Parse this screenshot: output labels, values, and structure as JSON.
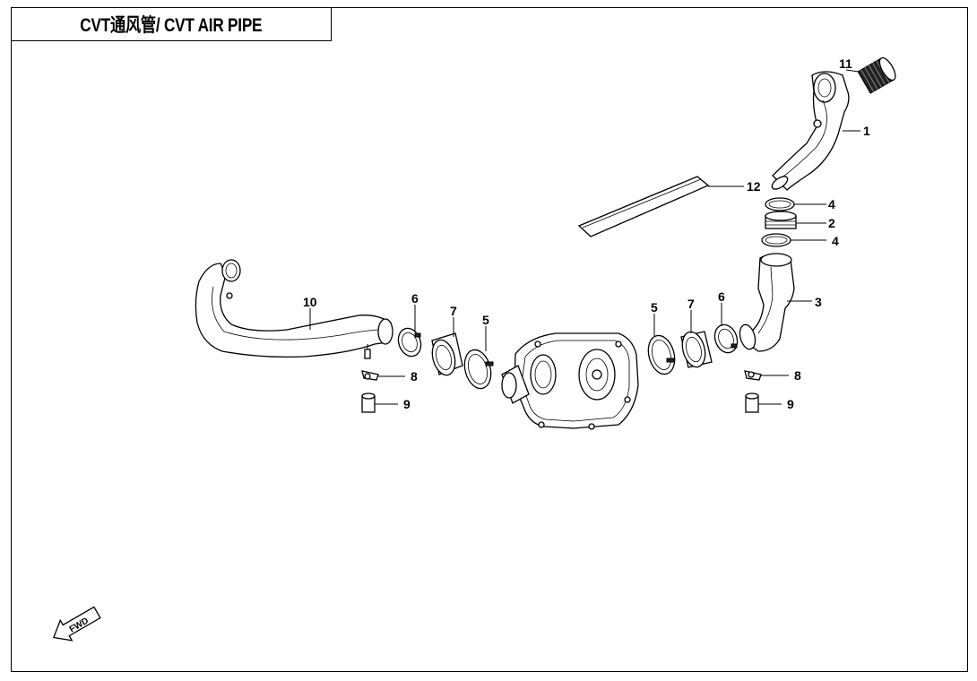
{
  "title": "CVT通风管/ CVT AIR PIPE",
  "fwd_label": "FWD",
  "callouts": {
    "c1": "1",
    "c2": "2",
    "c3": "3",
    "c4a": "4",
    "c4b": "4",
    "c5a": "5",
    "c5b": "5",
    "c6a": "6",
    "c6b": "6",
    "c7a": "7",
    "c7b": "7",
    "c8a": "8",
    "c8b": "8",
    "c9a": "9",
    "c9b": "9",
    "c10": "10",
    "c11": "11",
    "c12": "12"
  }
}
